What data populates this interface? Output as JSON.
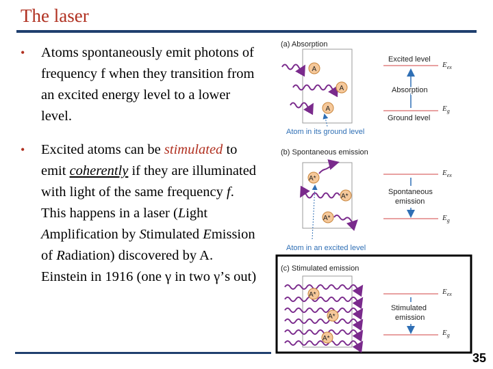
{
  "slide": {
    "title": "The laser",
    "page_number": "35"
  },
  "bullets": {
    "b1": "Atoms spontaneously emit photons of frequency f when they transition from an excited energy level to a lower level.",
    "b2": {
      "p1": "Excited atoms can be ",
      "stimulated": "stimulated",
      "p2": " to emit ",
      "coherently": "coherently",
      "p3": " if they are illuminated with light of the same frequency ",
      "f": "f",
      "p4": ". This happens in a laser (",
      "L": "L",
      "p5": "ight ",
      "A": "A",
      "p6": "mplification by ",
      "S": "S",
      "p7": "timulated ",
      "E": "E",
      "p8": "mission of ",
      "R": "R",
      "p9": "adiation) discovered by A. Einstein in 1916 (one γ in two γ’s out)"
    }
  },
  "figure": {
    "panel_a": {
      "label": "(a) Absorption",
      "atom_caption": "Atom in its ground level",
      "excited_level": "Excited level",
      "process": "Absorption",
      "ground_level": "Ground level"
    },
    "panel_b": {
      "label": "(b) Spontaneous emission",
      "atom_caption": "Atom in an excited level",
      "process_line1": "Spontaneous",
      "process_line2": "emission"
    },
    "panel_c": {
      "label": "(c) Stimulated emission",
      "process_line1": "Stimulated",
      "process_line2": "emission"
    },
    "atom_symbol": "A",
    "excited_atom_symbol": "A*",
    "energy_upper": "E",
    "energy_upper_sub": "ex",
    "energy_lower": "E",
    "energy_lower_sub": "g",
    "colors": {
      "photon": "#7a2a8c",
      "atom_fill": "#f5c89a",
      "atom_stroke": "#c8853c",
      "level_line": "#e8a0a0",
      "level_arrow": "#2f6fb5",
      "panel_stroke": "#9a9a9a",
      "caption_blue": "#2f6fb5",
      "title_red": "#b03020",
      "rule_navy": "#1f3f6e"
    }
  }
}
